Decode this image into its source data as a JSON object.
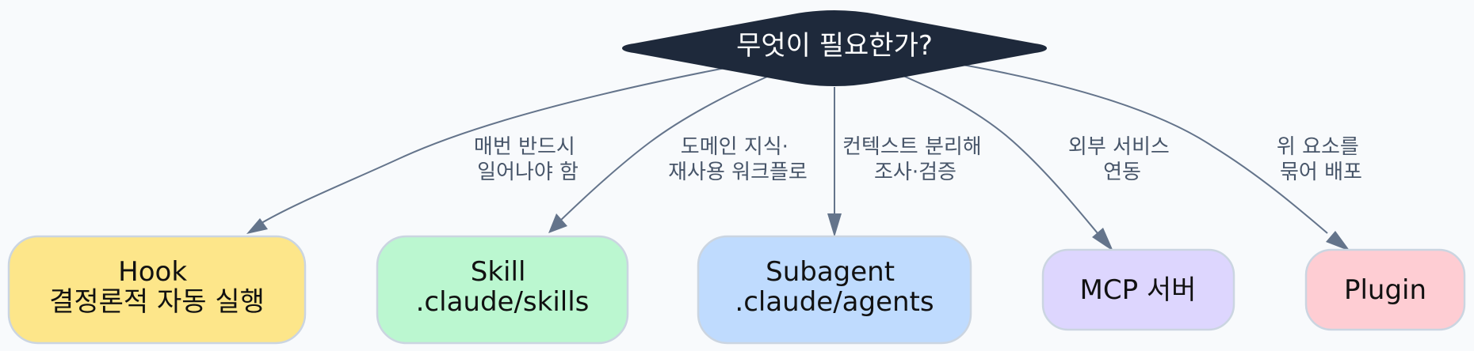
{
  "decision": {
    "label": "무엇이 필요한가?",
    "fill": "#1e293b"
  },
  "nodes": [
    {
      "id": "hook",
      "lines": [
        "Hook",
        "결정론적 자동 실행"
      ],
      "fill": "#fde68a"
    },
    {
      "id": "skill",
      "lines": [
        "Skill",
        ".claude/skills"
      ],
      "fill": "#bbf7d0"
    },
    {
      "id": "subagent",
      "lines": [
        "Subagent",
        ".claude/agents"
      ],
      "fill": "#bfdbfe"
    },
    {
      "id": "mcp",
      "lines": [
        "MCP 서버"
      ],
      "fill": "#ddd6fe"
    },
    {
      "id": "plugin",
      "lines": [
        "Plugin"
      ],
      "fill": "#fecdd3"
    }
  ],
  "edges": [
    {
      "to": "hook",
      "lines": [
        "매번 반드시",
        "일어나야 함"
      ]
    },
    {
      "to": "skill",
      "lines": [
        "도메인 지식·",
        "재사용 워크플로"
      ]
    },
    {
      "to": "subagent",
      "lines": [
        "컨텍스트 분리해",
        "조사·검증"
      ]
    },
    {
      "to": "mcp",
      "lines": [
        "외부 서비스",
        "연동"
      ]
    },
    {
      "to": "plugin",
      "lines": [
        "위 요소를",
        "묶어 배포"
      ]
    }
  ],
  "colors": {
    "edge": "#64748b",
    "edge_label": "#475569",
    "node_border": "#cbd5e1",
    "background": "#f8fafc"
  }
}
